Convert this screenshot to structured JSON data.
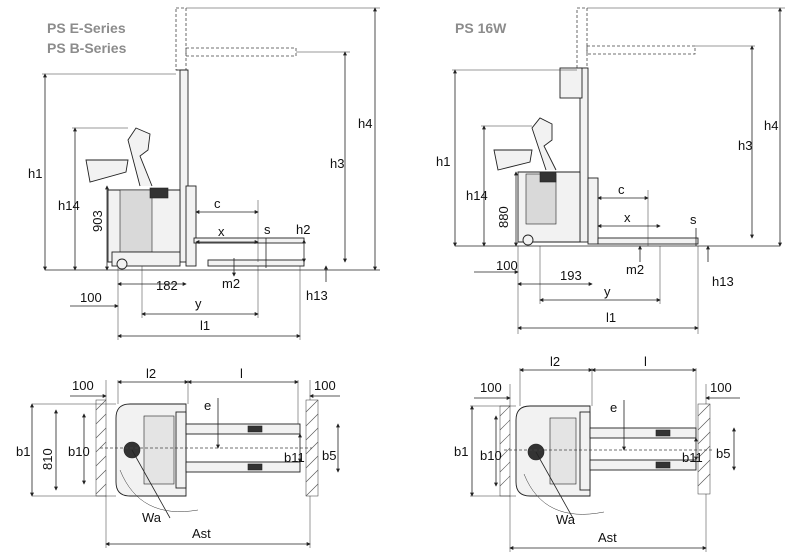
{
  "titles": {
    "left_line1": "PS E-Series",
    "left_line2": "PS B-Series",
    "right": "PS 16W"
  },
  "side_left": {
    "h1": "h1",
    "h14": "h14",
    "h903": "903",
    "h3": "h3",
    "h4": "h4",
    "c": "c",
    "x": "x",
    "s": "s",
    "h2": "h2",
    "m2": "m2",
    "h13": "h13",
    "v182": "182",
    "v100": "100",
    "y": "y",
    "l1": "l1"
  },
  "side_right": {
    "h1": "h1",
    "h14": "h14",
    "h880": "880",
    "h3": "h3",
    "h4": "h4",
    "c": "c",
    "x": "x",
    "s": "s",
    "m2": "m2",
    "h13": "h13",
    "v100": "100",
    "v193": "193",
    "y": "y",
    "l1": "l1"
  },
  "top_left": {
    "v100a": "100",
    "l2": "l2",
    "l": "l",
    "v100b": "100",
    "e": "e",
    "b1": "b1",
    "v810": "810",
    "b10": "b10",
    "b11": "b11",
    "b5": "b5",
    "Wa": "Wa",
    "Ast": "Ast"
  },
  "top_right": {
    "v100a": "100",
    "l2": "l2",
    "l": "l",
    "v100b": "100",
    "e": "e",
    "b1": "b1",
    "b10": "b10",
    "b11": "b11",
    "b5": "b5",
    "Wa": "Wa",
    "Ast": "Ast"
  }
}
